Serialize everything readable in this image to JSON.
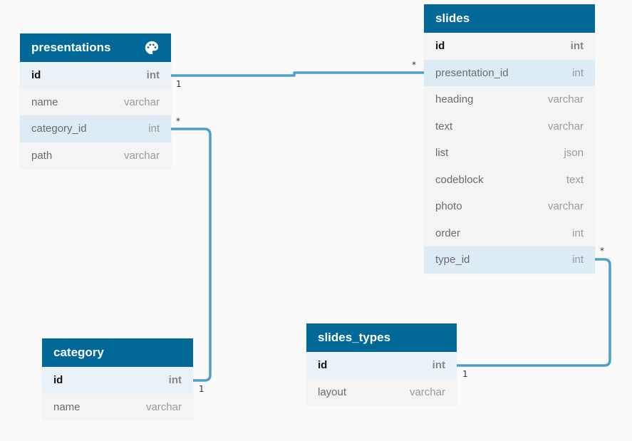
{
  "colors": {
    "header": "#016898",
    "connector": "#4d9fcb",
    "fk_row": "#dcebf4",
    "row": "#f4f4f4"
  },
  "tables": {
    "presentations": {
      "title": "presentations",
      "icon": "palette-icon",
      "rows": [
        {
          "name": "id",
          "type": "int"
        },
        {
          "name": "name",
          "type": "varchar"
        },
        {
          "name": "category_id",
          "type": "int"
        },
        {
          "name": "path",
          "type": "varchar"
        }
      ]
    },
    "slides": {
      "title": "slides",
      "rows": [
        {
          "name": "id",
          "type": "int"
        },
        {
          "name": "presentation_id",
          "type": "int"
        },
        {
          "name": "heading",
          "type": "varchar"
        },
        {
          "name": "text",
          "type": "varchar"
        },
        {
          "name": "list",
          "type": "json"
        },
        {
          "name": "codeblock",
          "type": "text"
        },
        {
          "name": "photo",
          "type": "varchar"
        },
        {
          "name": "order",
          "type": "int"
        },
        {
          "name": "type_id",
          "type": "int"
        }
      ]
    },
    "category": {
      "title": "category",
      "rows": [
        {
          "name": "id",
          "type": "int"
        },
        {
          "name": "name",
          "type": "varchar"
        }
      ]
    },
    "slides_types": {
      "title": "slides_types",
      "rows": [
        {
          "name": "id",
          "type": "int"
        },
        {
          "name": "layout",
          "type": "varchar"
        }
      ]
    }
  },
  "relations": [
    {
      "from": "presentations.id",
      "to": "slides.presentation_id",
      "from_card": "1",
      "to_card": "*"
    },
    {
      "from": "presentations.category_id",
      "to": "category.id",
      "from_card": "*",
      "to_card": "1"
    },
    {
      "from": "slides.type_id",
      "to": "slides_types.id",
      "from_card": "*",
      "to_card": "1"
    }
  ]
}
